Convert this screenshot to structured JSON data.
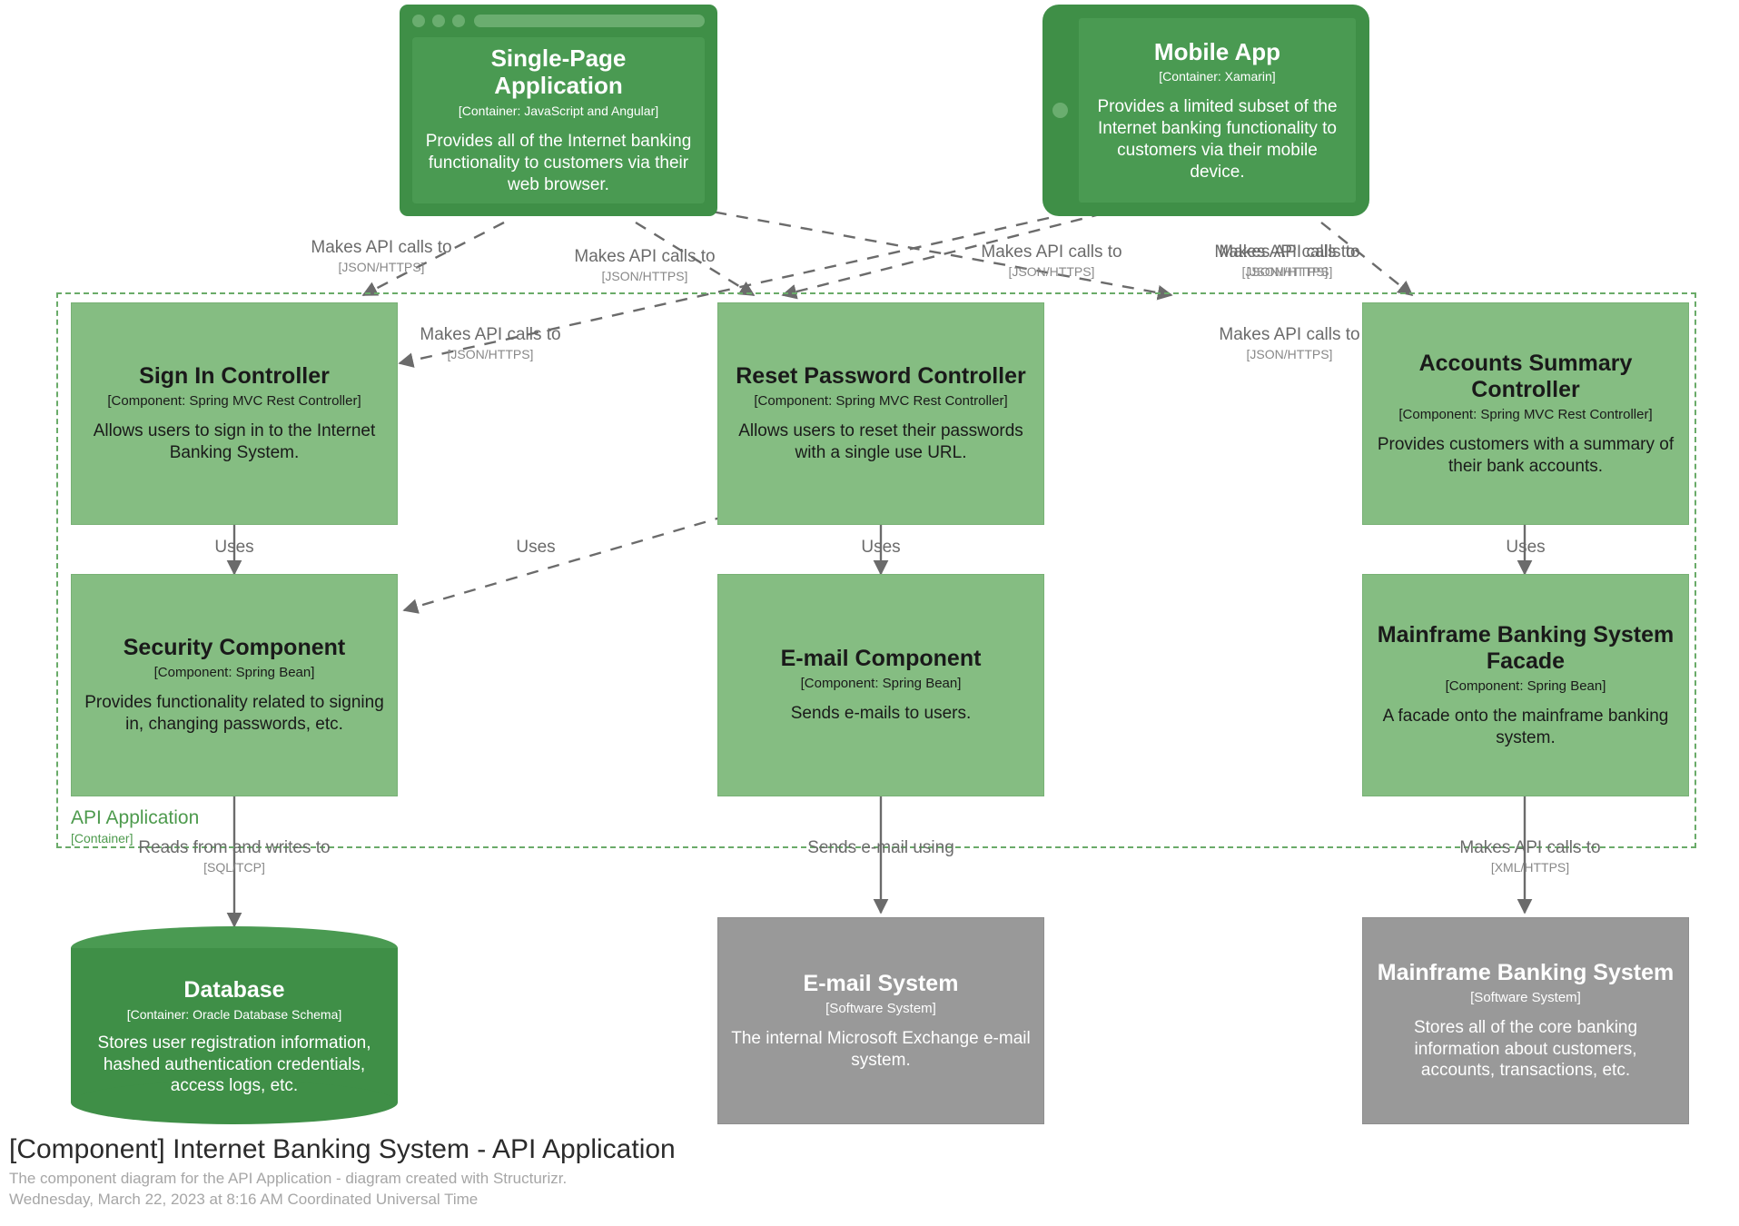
{
  "diagram": {
    "title": "[Component] Internet Banking System - API Application",
    "subtitle": "The component diagram for the API Application - diagram created with Structurizr.",
    "timestamp": "Wednesday, March 22, 2023 at 8:16 AM Coordinated Universal Time",
    "colors": {
      "container": "#3f8f47",
      "component": "#85bd82",
      "external": "#999999",
      "boundary": "#6aab69",
      "boundary_text": "#4d9a4d",
      "relationship": "#707070",
      "background": "#ffffff"
    }
  },
  "boundary": {
    "name": "API Application",
    "tech": "[Container]"
  },
  "nodes": {
    "spa": {
      "name": "Single-Page Application",
      "tech": "[Container: JavaScript and Angular]",
      "desc": "Provides all of the Internet banking functionality to customers via their web browser.",
      "shape": "web-browser",
      "kind": "container"
    },
    "mobile": {
      "name": "Mobile App",
      "tech": "[Container: Xamarin]",
      "desc": "Provides a limited subset of the Internet banking functionality to customers via their mobile device.",
      "shape": "mobile-device-landscape",
      "kind": "container"
    },
    "signin": {
      "name": "Sign In Controller",
      "tech": "[Component: Spring MVC Rest Controller]",
      "desc": "Allows users to sign in to the Internet Banking System.",
      "shape": "box",
      "kind": "component"
    },
    "resetpw": {
      "name": "Reset Password Controller",
      "tech": "[Component: Spring MVC Rest Controller]",
      "desc": "Allows users to reset their passwords with a single use URL.",
      "shape": "box",
      "kind": "component"
    },
    "accounts": {
      "name": "Accounts Summary Controller",
      "tech": "[Component: Spring MVC Rest Controller]",
      "desc": "Provides customers with a summary of their bank accounts.",
      "shape": "box",
      "kind": "component"
    },
    "security": {
      "name": "Security Component",
      "tech": "[Component: Spring Bean]",
      "desc": "Provides functionality related to signing in, changing passwords, etc.",
      "shape": "box",
      "kind": "component"
    },
    "emailcomp": {
      "name": "E-mail Component",
      "tech": "[Component: Spring Bean]",
      "desc": "Sends e-mails to users.",
      "shape": "box",
      "kind": "component"
    },
    "mainframefacade": {
      "name": "Mainframe Banking System Facade",
      "tech": "[Component: Spring Bean]",
      "desc": "A facade onto the mainframe banking system.",
      "shape": "box",
      "kind": "component"
    },
    "database": {
      "name": "Database",
      "tech": "[Container: Oracle Database Schema]",
      "desc": "Stores user registration information, hashed authentication credentials, access logs, etc.",
      "shape": "cylinder",
      "kind": "container"
    },
    "emailsystem": {
      "name": "E-mail System",
      "tech": "[Software System]",
      "desc": "The internal Microsoft Exchange e-mail system.",
      "shape": "box",
      "kind": "external"
    },
    "mainframe": {
      "name": "Mainframe Banking System",
      "tech": "[Software System]",
      "desc": "Stores all of the core banking information about customers, accounts, transactions, etc.",
      "shape": "box",
      "kind": "external"
    }
  },
  "relationships": [
    {
      "id": "r1",
      "from": "spa",
      "to": "signin",
      "label": "Makes API calls to",
      "tech": "[JSON/HTTPS]"
    },
    {
      "id": "r2",
      "from": "spa",
      "to": "resetpw",
      "label": "Makes API calls to",
      "tech": "[JSON/HTTPS]"
    },
    {
      "id": "r3",
      "from": "spa",
      "to": "accounts",
      "label": "Makes API calls to",
      "tech": "[JSON/HTTPS]"
    },
    {
      "id": "r4",
      "from": "mobile",
      "to": "signin",
      "label": "Makes API calls to",
      "tech": "[JSON/HTTPS]"
    },
    {
      "id": "r5",
      "from": "mobile",
      "to": "resetpw",
      "label": "Makes API calls to",
      "tech": "[JSON/HTTPS]"
    },
    {
      "id": "r6",
      "from": "mobile",
      "to": "accounts",
      "label": "Makes API calls to",
      "tech": "[JSON/HTTPS]"
    },
    {
      "id": "r7",
      "from": "signin",
      "to": "security",
      "label": "Uses",
      "tech": ""
    },
    {
      "id": "r8",
      "from": "resetpw",
      "to": "security",
      "label": "Uses",
      "tech": ""
    },
    {
      "id": "r9",
      "from": "resetpw",
      "to": "emailcomp",
      "label": "Uses",
      "tech": ""
    },
    {
      "id": "r10",
      "from": "accounts",
      "to": "mainframefacade",
      "label": "Uses",
      "tech": ""
    },
    {
      "id": "r11",
      "from": "security",
      "to": "database",
      "label": "Reads from and writes to",
      "tech": "[SQL/TCP]"
    },
    {
      "id": "r12",
      "from": "emailcomp",
      "to": "emailsystem",
      "label": "Sends e-mail using",
      "tech": ""
    },
    {
      "id": "r13",
      "from": "mainframefacade",
      "to": "mainframe",
      "label": "Makes API calls to",
      "tech": "[XML/HTTPS]"
    }
  ],
  "edge_labels": [
    {
      "id": "e1",
      "label": "Makes API calls to",
      "tech": "[JSON/HTTPS]"
    },
    {
      "id": "e2",
      "label": "Makes API calls to",
      "tech": "[JSON/HTTPS]"
    },
    {
      "id": "e3",
      "label": "Makes API calls to",
      "tech": "[JSON/HTTPS]"
    },
    {
      "id": "e4",
      "label": "Makes API calls to",
      "tech": "[JSON/HTTPS]"
    },
    {
      "id": "e5",
      "label": "Makes API calls to",
      "tech": "[JSON/HTTPS]"
    },
    {
      "id": "e6",
      "label": "Makes API calls to",
      "tech": "[JSON/HTTPS]"
    },
    {
      "id": "e7",
      "label": "Uses",
      "tech": ""
    },
    {
      "id": "e8",
      "label": "Uses",
      "tech": ""
    },
    {
      "id": "e9",
      "label": "Uses",
      "tech": ""
    },
    {
      "id": "e10",
      "label": "Uses",
      "tech": ""
    },
    {
      "id": "e11",
      "label": "Reads from and writes to",
      "tech": "[SQL/TCP]"
    },
    {
      "id": "e12",
      "label": "Sends e-mail using",
      "tech": ""
    },
    {
      "id": "e13",
      "label": "Makes API calls to",
      "tech": "[XML/HTTPS]"
    }
  ]
}
